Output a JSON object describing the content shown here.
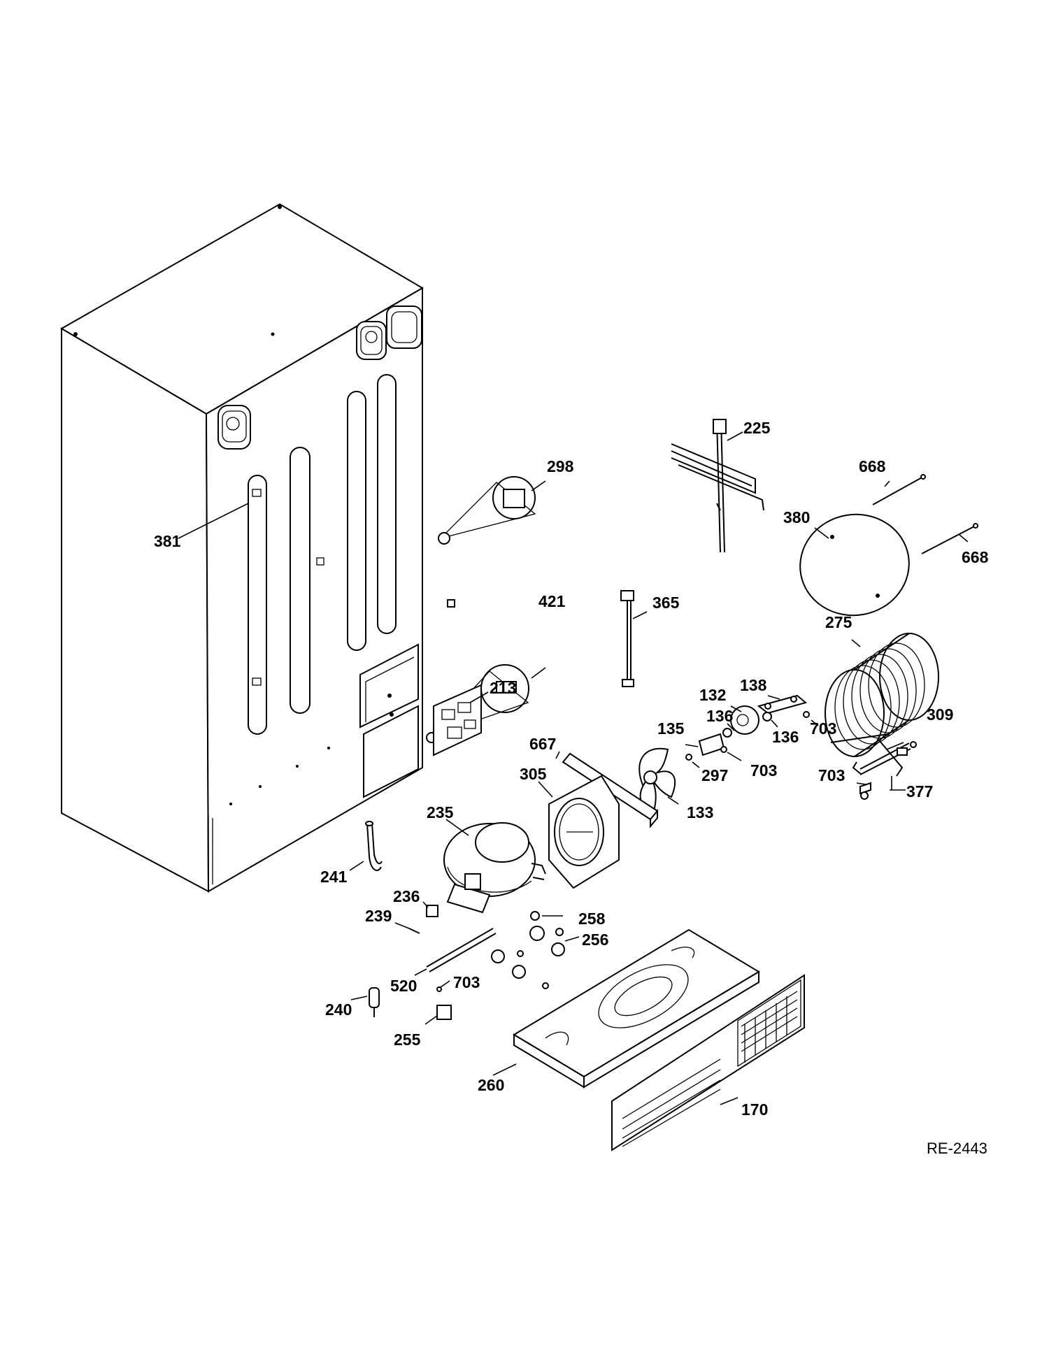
{
  "diagram_code": "RE-2443",
  "part_labels": {
    "p225": "225",
    "p298": "298",
    "p668a": "668",
    "p668b": "668",
    "p380": "380",
    "p381": "381",
    "p421": "421",
    "p365": "365",
    "p275": "275",
    "p213": "213",
    "p132": "132",
    "p138": "138",
    "p136a": "136",
    "p136b": "136",
    "p135": "135",
    "p703a": "703",
    "p703b": "703",
    "p703c": "703",
    "p703d": "703",
    "p309": "309",
    "p667": "667",
    "p297": "297",
    "p305": "305",
    "p377": "377",
    "p133": "133",
    "p235": "235",
    "p241": "241",
    "p236": "236",
    "p239": "239",
    "p258": "258",
    "p256": "256",
    "p520": "520",
    "p240": "240",
    "p255": "255",
    "p260": "260",
    "p170": "170"
  }
}
